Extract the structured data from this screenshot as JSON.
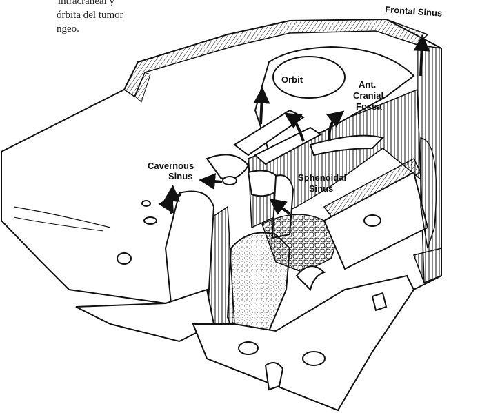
{
  "caption": {
    "line1": "intracraneal y",
    "line2": "órbita del tumor",
    "line3": "ngeo."
  },
  "labels": {
    "frontal_sinus": "Frontal Sinus",
    "orbit": "Orbit",
    "ant": "Ant.",
    "cranial": "Cranial",
    "fossa": "Fossa",
    "cavernous": "Cavernous",
    "cavernous_sinus": "Sinus",
    "sphenoidal": "Sphenoidal",
    "sphenoidal_sinus": "Sinus"
  },
  "colors": {
    "ink": "#111111",
    "paper": "#ffffff",
    "tumor": "#cfcfcf"
  }
}
